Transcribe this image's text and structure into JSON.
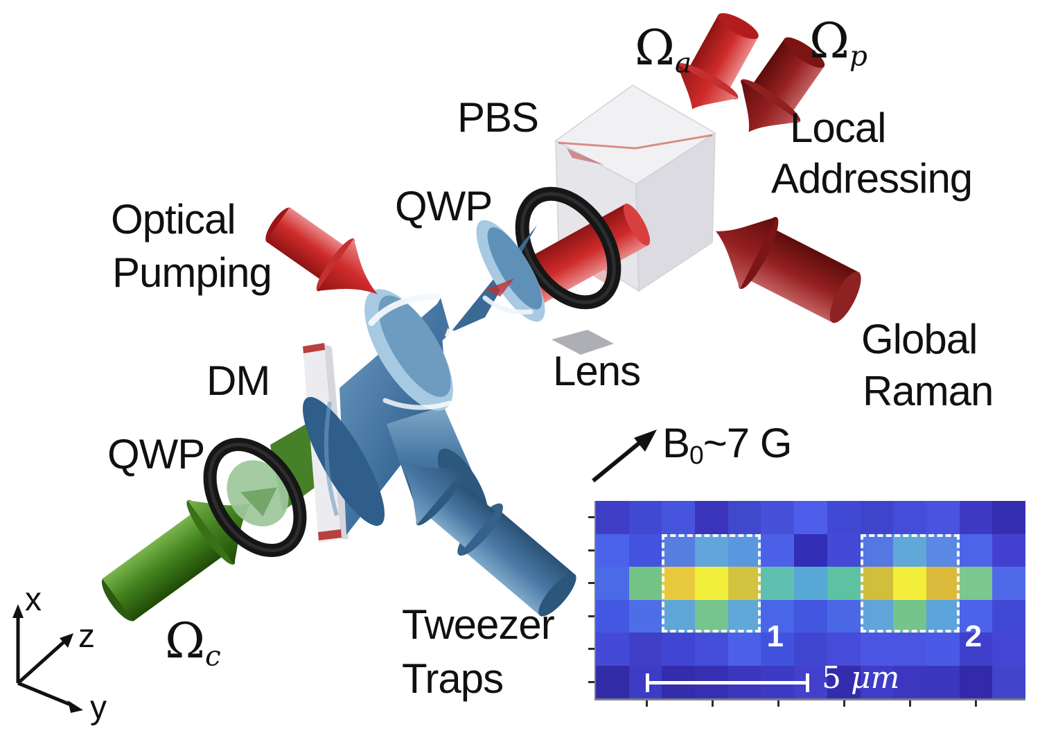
{
  "figure": {
    "background": "#ffffff",
    "labels": {
      "pbs": "PBS",
      "qwp_top": "QWP",
      "qwp_bottom": "QWP",
      "dm": "DM",
      "lens": "Lens",
      "optical_pumping": [
        "Optical",
        "Pumping"
      ],
      "local_addressing": [
        "Local",
        "Addressing"
      ],
      "global_raman": [
        "Global",
        "Raman"
      ],
      "tweezer_traps": [
        "Tweezer",
        "Traps"
      ],
      "omega_a": {
        "symbol": "Ω",
        "sub": "a"
      },
      "omega_p": {
        "symbol": "Ω",
        "sub": "p"
      },
      "omega_c": {
        "symbol": "Ω",
        "sub": "c"
      },
      "b_field": {
        "symbol": "B",
        "sub": "0",
        "rest": "~7 G"
      },
      "axes": {
        "x": "x",
        "y": "y",
        "z": "z"
      }
    },
    "colors": {
      "bright_red_beam": "#cf2b2b",
      "dark_red_beam": "#8e1d1d",
      "green_beam": "#44831f",
      "blue_optics": "#4878a4",
      "light_blue_lens": "#a7c9e2",
      "waveplate_ring": "#161616",
      "mirror_face": "#ececf0"
    },
    "inset": {
      "cols": 13,
      "rows": 6,
      "cell_colors": [
        [
          "#3d3dc6",
          "#4149d2",
          "#4754de",
          "#3b35bb",
          "#4048cc",
          "#4750d8",
          "#4f5eea",
          "#4149d4",
          "#3f44cc",
          "#464cda",
          "#4a53e0",
          "#3e39c2",
          "#352eb0"
        ],
        [
          "#4a63e8",
          "#4353e0",
          "#567ee0",
          "#61a5da",
          "#5b97e0",
          "#4c60e8",
          "#322eb6",
          "#4449d6",
          "#5577e2",
          "#60a8d8",
          "#5a88e4",
          "#4d64e8",
          "#4440cf"
        ],
        [
          "#4a6ae8",
          "#74c386",
          "#e8c93e",
          "#f2ee3c",
          "#d2c43e",
          "#5fc0b0",
          "#58a8d6",
          "#5cc2a2",
          "#d0be3c",
          "#f2ee3a",
          "#dcba3c",
          "#7cc690",
          "#4f6ae8"
        ],
        [
          "#4357e2",
          "#4e6ee8",
          "#5fa6d8",
          "#76c48e",
          "#5fa8d8",
          "#4966e8",
          "#4256e0",
          "#4a68e6",
          "#60a4da",
          "#74c48c",
          "#5ba4dc",
          "#4c62e8",
          "#4149d4"
        ],
        [
          "#444ad6",
          "#3f3fc8",
          "#4146d2",
          "#454cda",
          "#4d60e8",
          "#4153de",
          "#4046d0",
          "#464cd8",
          "#4b56e2",
          "#4a55e2",
          "#4b5ae6",
          "#3f40cc",
          "#4246d2"
        ],
        [
          "#322ba8",
          "#3d3cc4",
          "#332cab",
          "#362fb2",
          "#3b36bc",
          "#3d3ac4",
          "#4340cc",
          "#332cac",
          "#3e3cc8",
          "#3c37be",
          "#3b36be",
          "#322aaa",
          "#4244cc"
        ]
      ],
      "regions": [
        {
          "label": "1",
          "col_start": 3,
          "col_end": 5,
          "row_start": 2,
          "row_end": 4
        },
        {
          "label": "2",
          "col_start": 9,
          "col_end": 11,
          "row_start": 2,
          "row_end": 4
        }
      ],
      "scale_bar": {
        "value": "5",
        "unit": "μm"
      },
      "left_tick_count": 6,
      "bottom_tick_count": 6
    }
  }
}
